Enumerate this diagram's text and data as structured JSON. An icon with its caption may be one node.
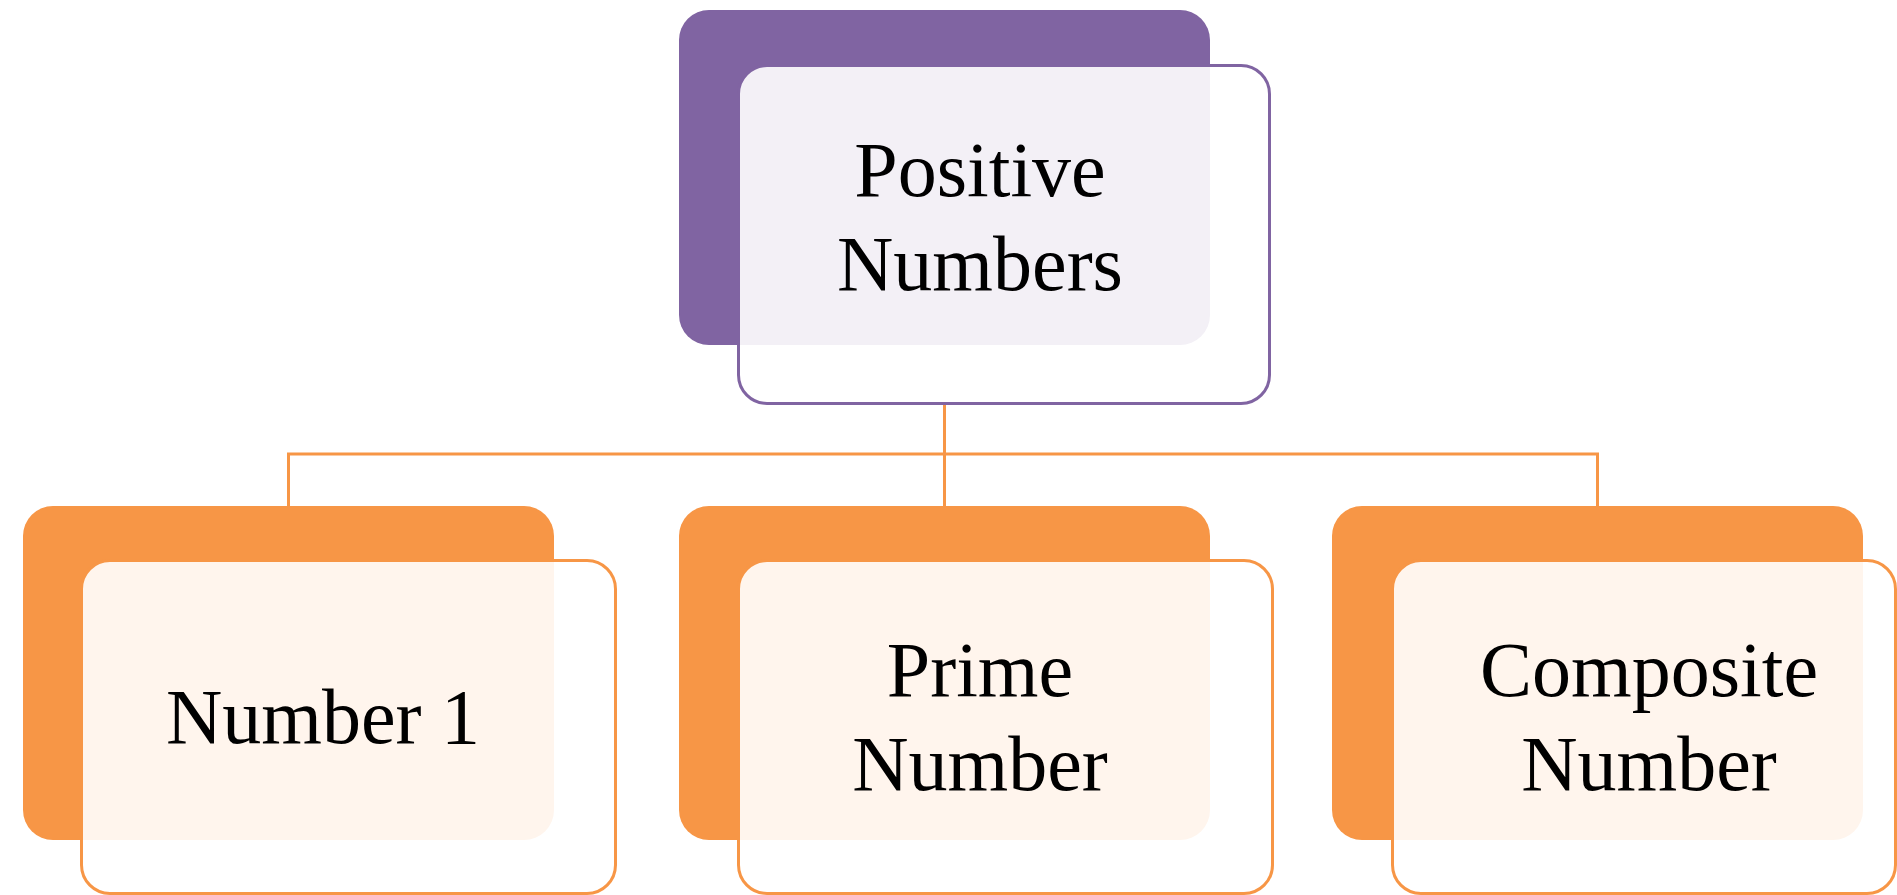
{
  "diagram": {
    "nodes": [
      {
        "text": [
          "Positive Numbers"
        ]
      },
      {
        "text": [
          "Number 1"
        ]
      },
      {
        "text": [
          "Prime Number"
        ]
      },
      {
        "text": [
          "Composite Number"
        ]
      }
    ],
    "edges": [
      {
        "from": 0,
        "to": 1,
        "arrow": "none"
      },
      {
        "from": 0,
        "to": 2,
        "arrow": "none"
      },
      {
        "from": 0,
        "to": 3,
        "arrow": "none"
      }
    ]
  }
}
